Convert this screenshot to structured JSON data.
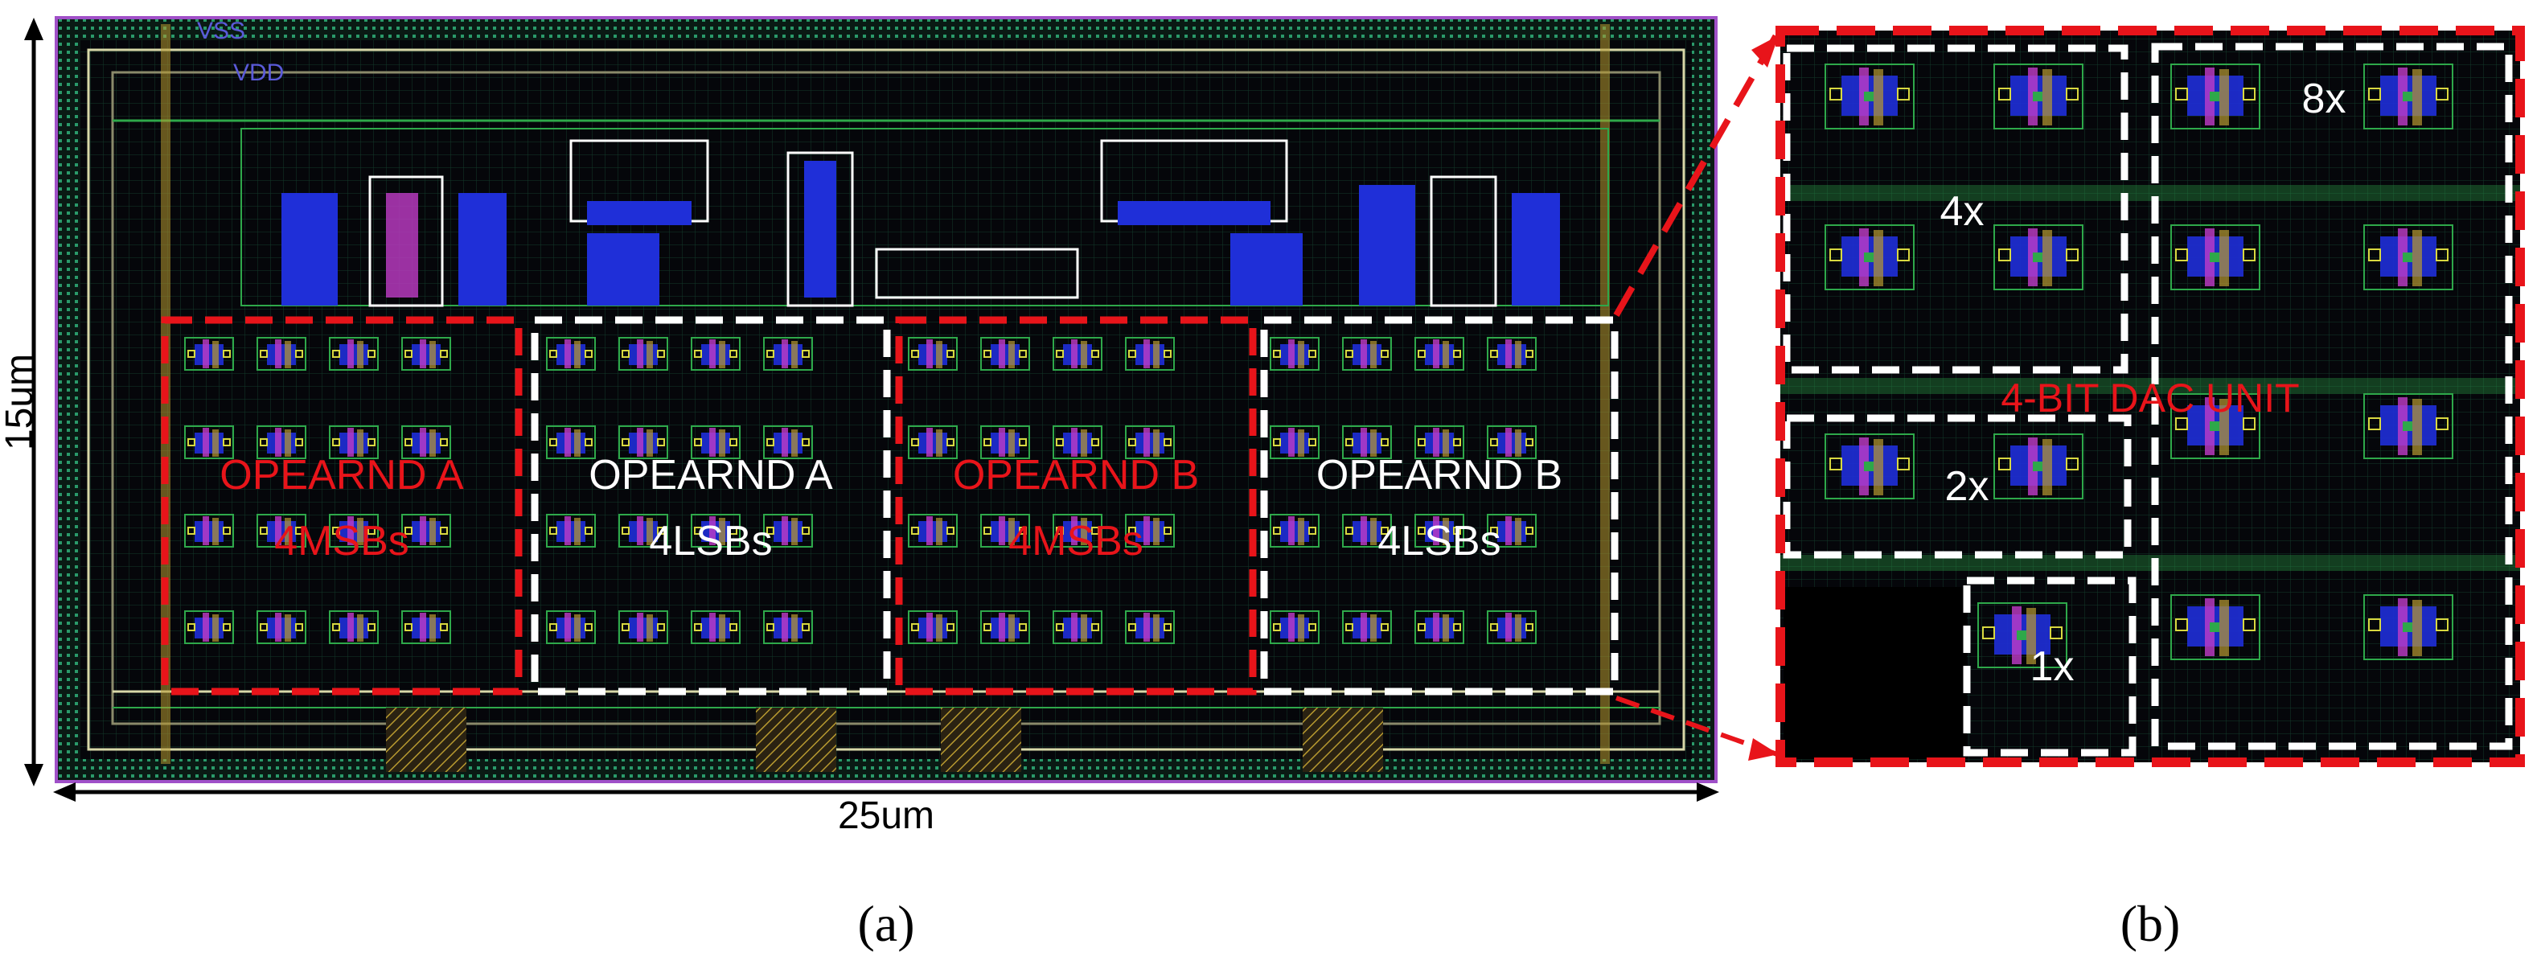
{
  "panel_a": {
    "width_label": "25um",
    "height_label": "15um",
    "rail_labels": [
      "VSS",
      "VDD"
    ],
    "blocks": [
      {
        "line1": "OPEARND A",
        "line2": "4MSBs",
        "style": "red"
      },
      {
        "line1": "OPEARND A",
        "line2": "4LSBs",
        "style": "white"
      },
      {
        "line1": "OPEARND B",
        "line2": "4MSBs",
        "style": "red"
      },
      {
        "line1": "OPEARND B",
        "line2": "4LSBs",
        "style": "white"
      }
    ]
  },
  "panel_b": {
    "title": "4-BIT DAC UNIT",
    "cells": [
      "4x",
      "8x",
      "2x",
      "1x"
    ]
  },
  "captions": {
    "a": "(a)",
    "b": "(b)"
  },
  "colors": {
    "red_dash": "#e8141a",
    "white_dash": "#ffffff",
    "layout_bg": "#05060a",
    "metal_blue": "#1f2fd8",
    "metal_green": "#2ea84a",
    "poly_magenta": "#c03cc8"
  }
}
